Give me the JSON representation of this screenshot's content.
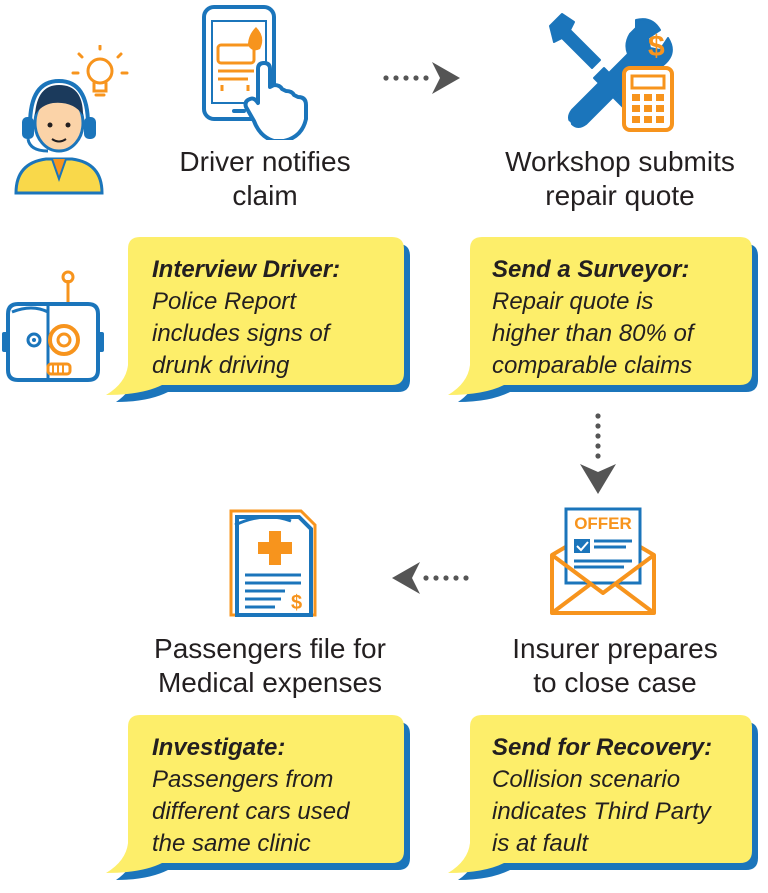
{
  "steps": {
    "driver": {
      "label_line1": "Driver notifies",
      "label_line2": "claim"
    },
    "workshop": {
      "label_line1": "Workshop submits",
      "label_line2": "repair quote"
    },
    "passengers": {
      "label_line1": "Passengers file for",
      "label_line2": "Medical expenses"
    },
    "insurer": {
      "label_line1": "Insurer prepares",
      "label_line2": "to close case"
    }
  },
  "bubbles": {
    "interview": {
      "title": "Interview Driver:",
      "lines": [
        "Police Report",
        "includes signs of",
        "drunk driving"
      ]
    },
    "surveyor": {
      "title": "Send a Surveyor:",
      "lines": [
        "Repair quote is",
        "higher than 80% of",
        "comparable claims"
      ]
    },
    "investigate": {
      "title": "Investigate:",
      "lines": [
        "Passengers from",
        "different cars used",
        "the same clinic"
      ]
    },
    "recovery": {
      "title": "Send for Recovery:",
      "lines": [
        "Collision scenario",
        "indicates Third Party",
        "is at fault"
      ]
    }
  },
  "icons": {
    "offer_text": "OFFER",
    "dollar": "$"
  },
  "colors": {
    "blue": "#1b75bb",
    "orange": "#f7941d",
    "bubble_yellow": "#fdee6a",
    "bubble_shadow": "#1b75bb",
    "arrow_gray": "#555555"
  }
}
